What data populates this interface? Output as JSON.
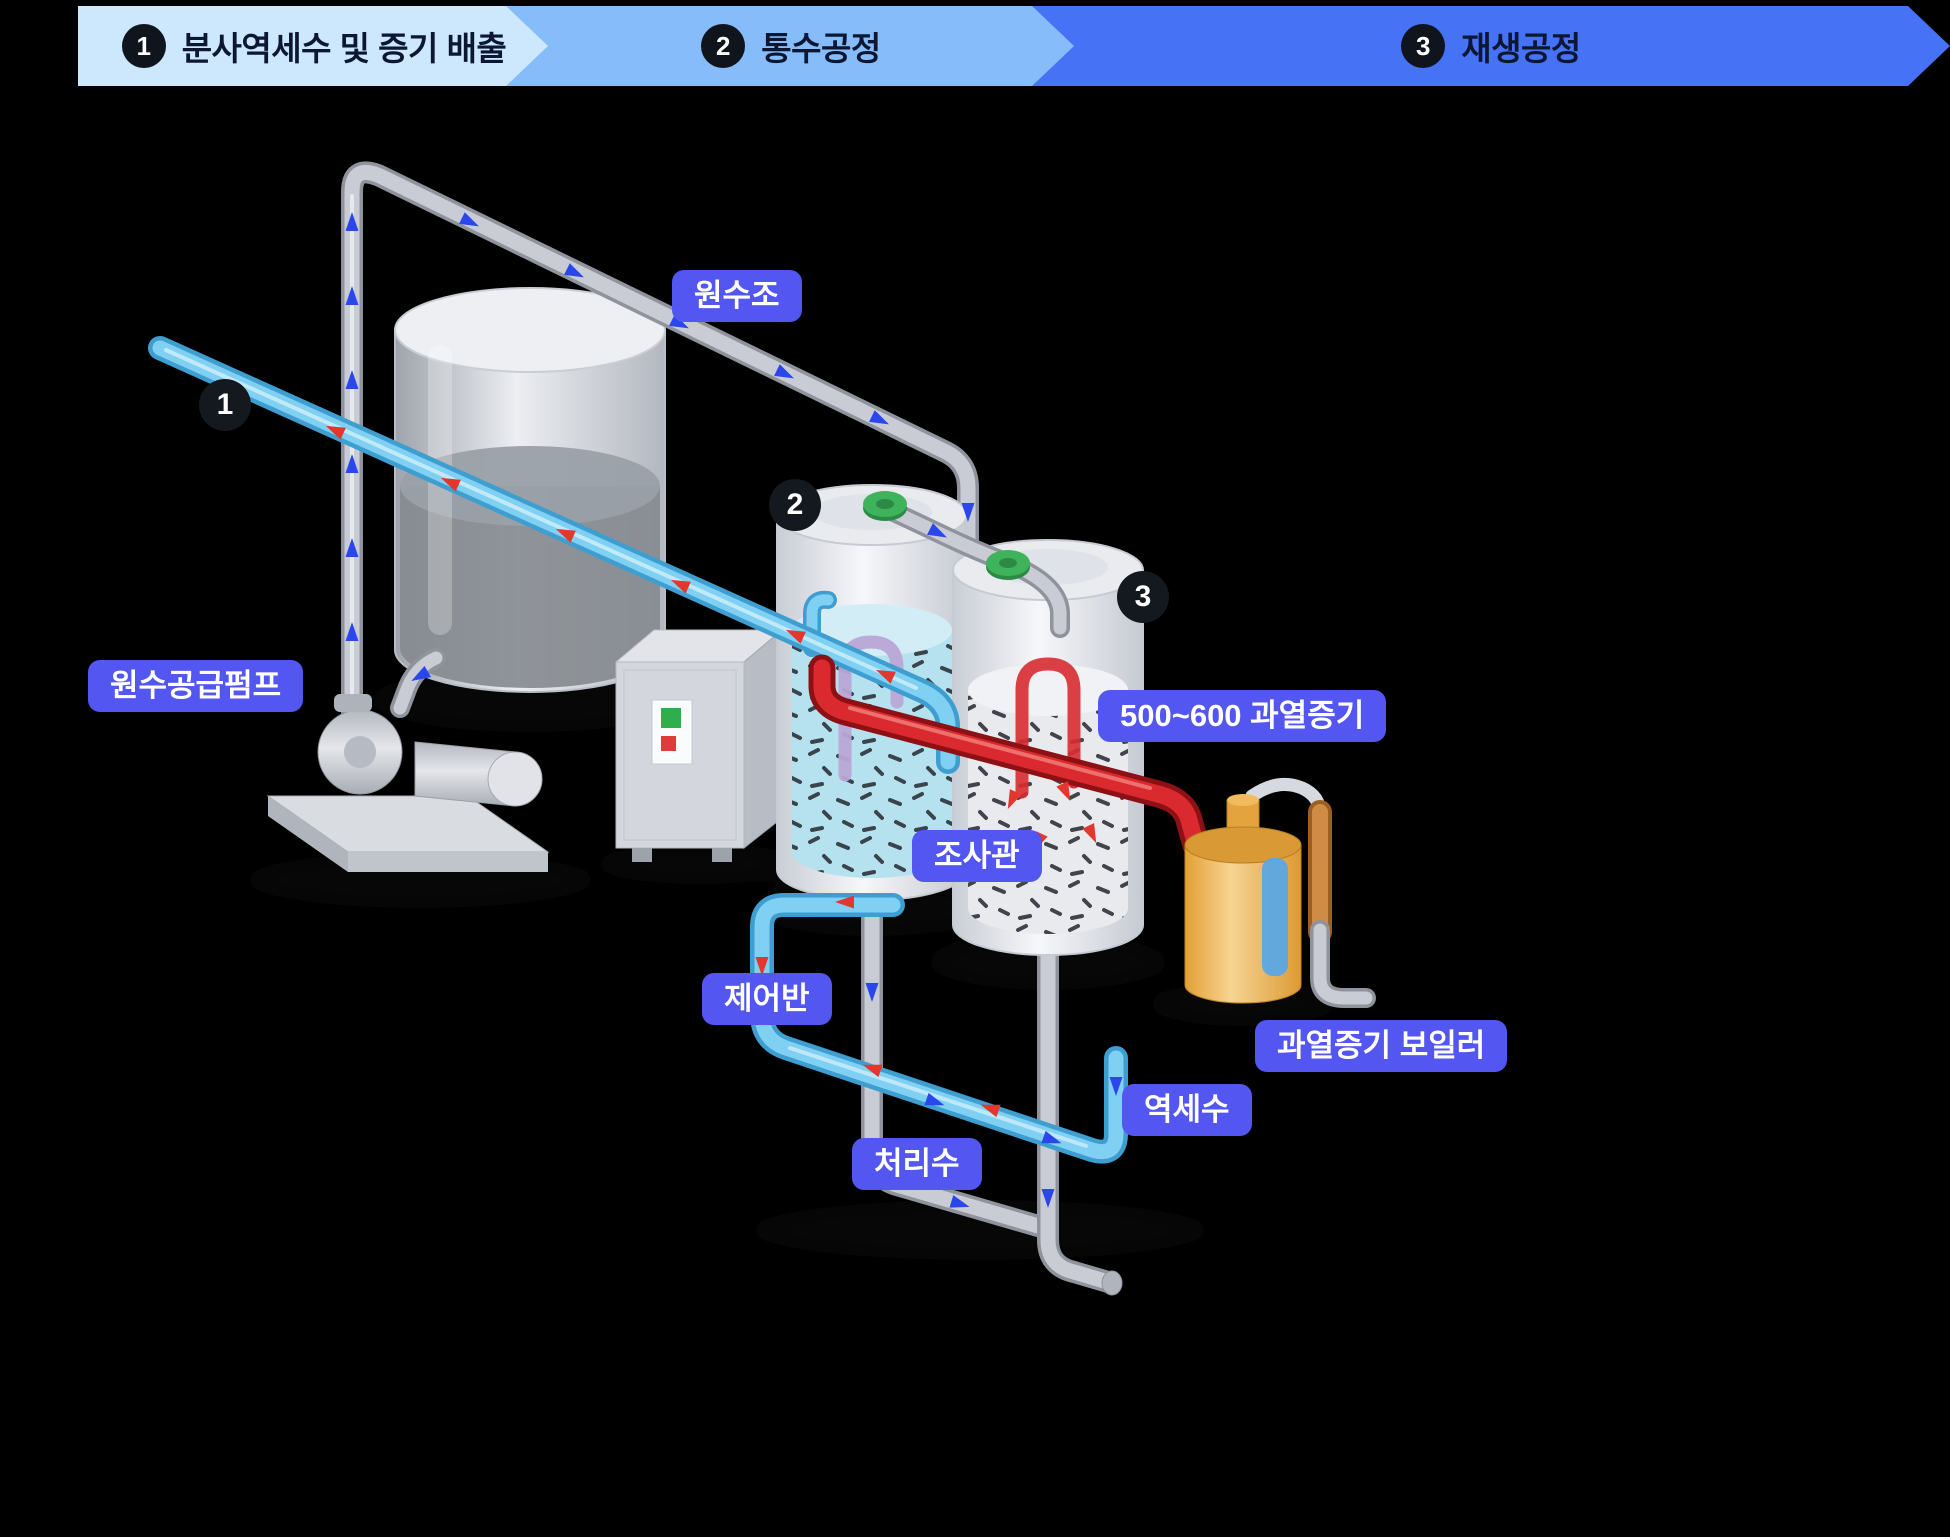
{
  "header": {
    "steps": [
      {
        "num": "1",
        "label": "분사역세수 및 증기 배출",
        "bg": "#cde7fc"
      },
      {
        "num": "2",
        "label": "통수공정",
        "bg": "#85bcf9"
      },
      {
        "num": "3",
        "label": "재생공정",
        "bg": "#4673f5"
      }
    ]
  },
  "labels": {
    "raw_water_tank": "원수조",
    "pump": "원수공급펌프",
    "steam": "500~600 과열증기",
    "inspection_pipe": "조사관",
    "control_panel": "제어반",
    "boiler": "과열증기 보일러",
    "backwash": "역세수",
    "treated": "처리수"
  },
  "markers": {
    "m1": "1",
    "m2": "2",
    "m3": "3"
  },
  "colors": {
    "badge_bg": "#5356f0",
    "pipe_gray": "#c9ccd4",
    "pipe_blue": "#7fd0f2",
    "steam_red": "#da2a2f",
    "arrow_blue": "#2a47ee",
    "arrow_red": "#e3372e",
    "fitting_green": "#3fb25c",
    "boiler_orange": "#efb054",
    "indicator_green": "#2fae4e",
    "indicator_red": "#e03a3a"
  }
}
